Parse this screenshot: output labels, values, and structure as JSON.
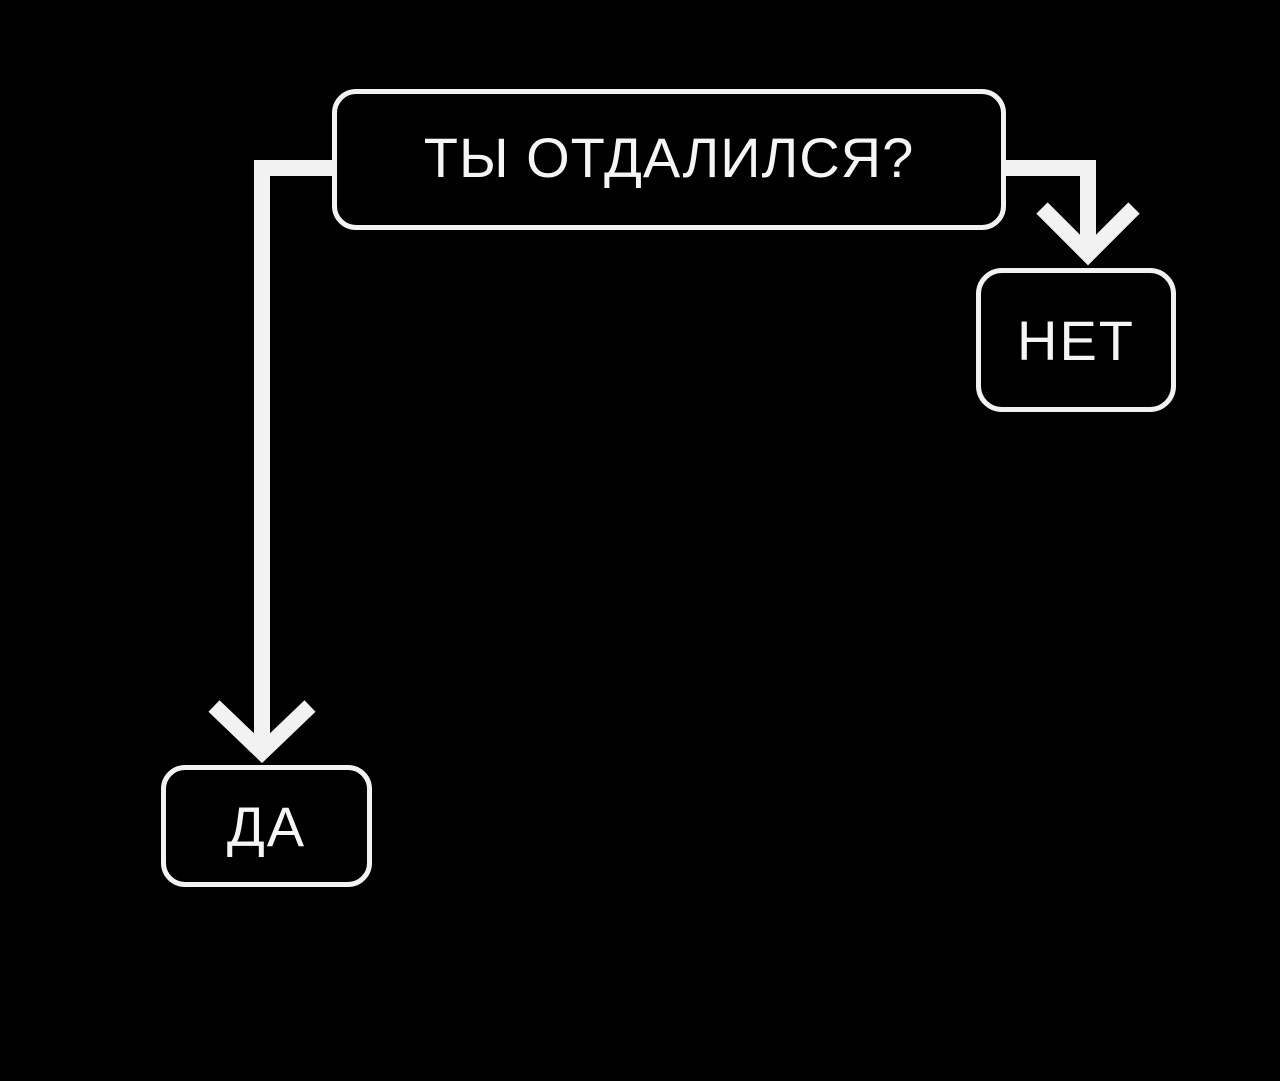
{
  "diagram": {
    "question": "ТЫ ОТДАЛИЛСЯ?",
    "answer_no": "НЕТ",
    "answer_yes": "ДА"
  },
  "colors": {
    "background": "#000000",
    "foreground": "#f2f2f2"
  }
}
